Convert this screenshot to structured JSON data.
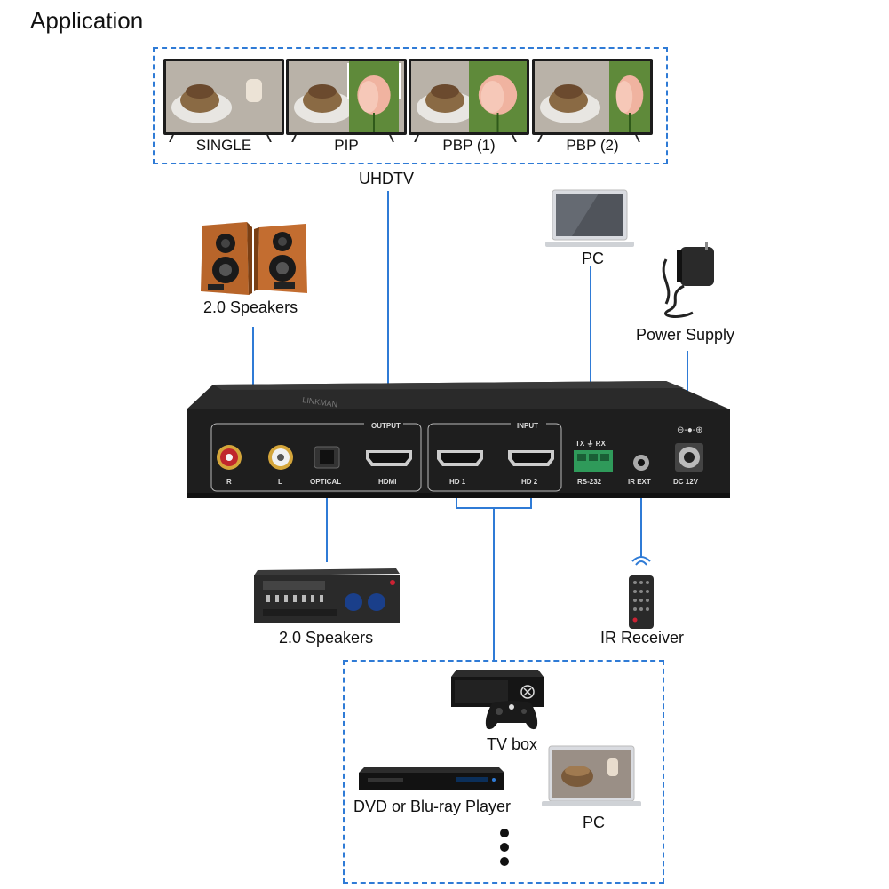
{
  "title": "Application",
  "tv_modes": [
    "SINGLE",
    "PIP",
    "PBP (1)",
    "PBP (2)"
  ],
  "uhdtv_label": "UHDTV",
  "speakers_top_label": "2.0 Speakers",
  "pc_top_label": "PC",
  "power_supply_label": "Power Supply",
  "device": {
    "brand": "LINKMAN",
    "groups": {
      "output": "OUTPUT",
      "input": "INPUT"
    },
    "ports": {
      "r": "R",
      "l": "L",
      "optical": "OPTICAL",
      "hdmi": "HDMI",
      "hd1": "HD 1",
      "hd2": "HD 2",
      "rs232_top": "TX ⏚ RX",
      "rs232": "RS-232",
      "ir": "IR EXT",
      "dc": "DC 12V"
    }
  },
  "amplifier_label": "2.0 Speakers",
  "ir_receiver_label": "IR Receiver",
  "sources": {
    "tvbox_label": "TV box",
    "dvd_label": "DVD or Blu-ray Player",
    "pc_label": "PC"
  },
  "colors": {
    "line": "#2f7bd6",
    "device_body": "#1e1e1e",
    "wood": "#b8652a"
  }
}
